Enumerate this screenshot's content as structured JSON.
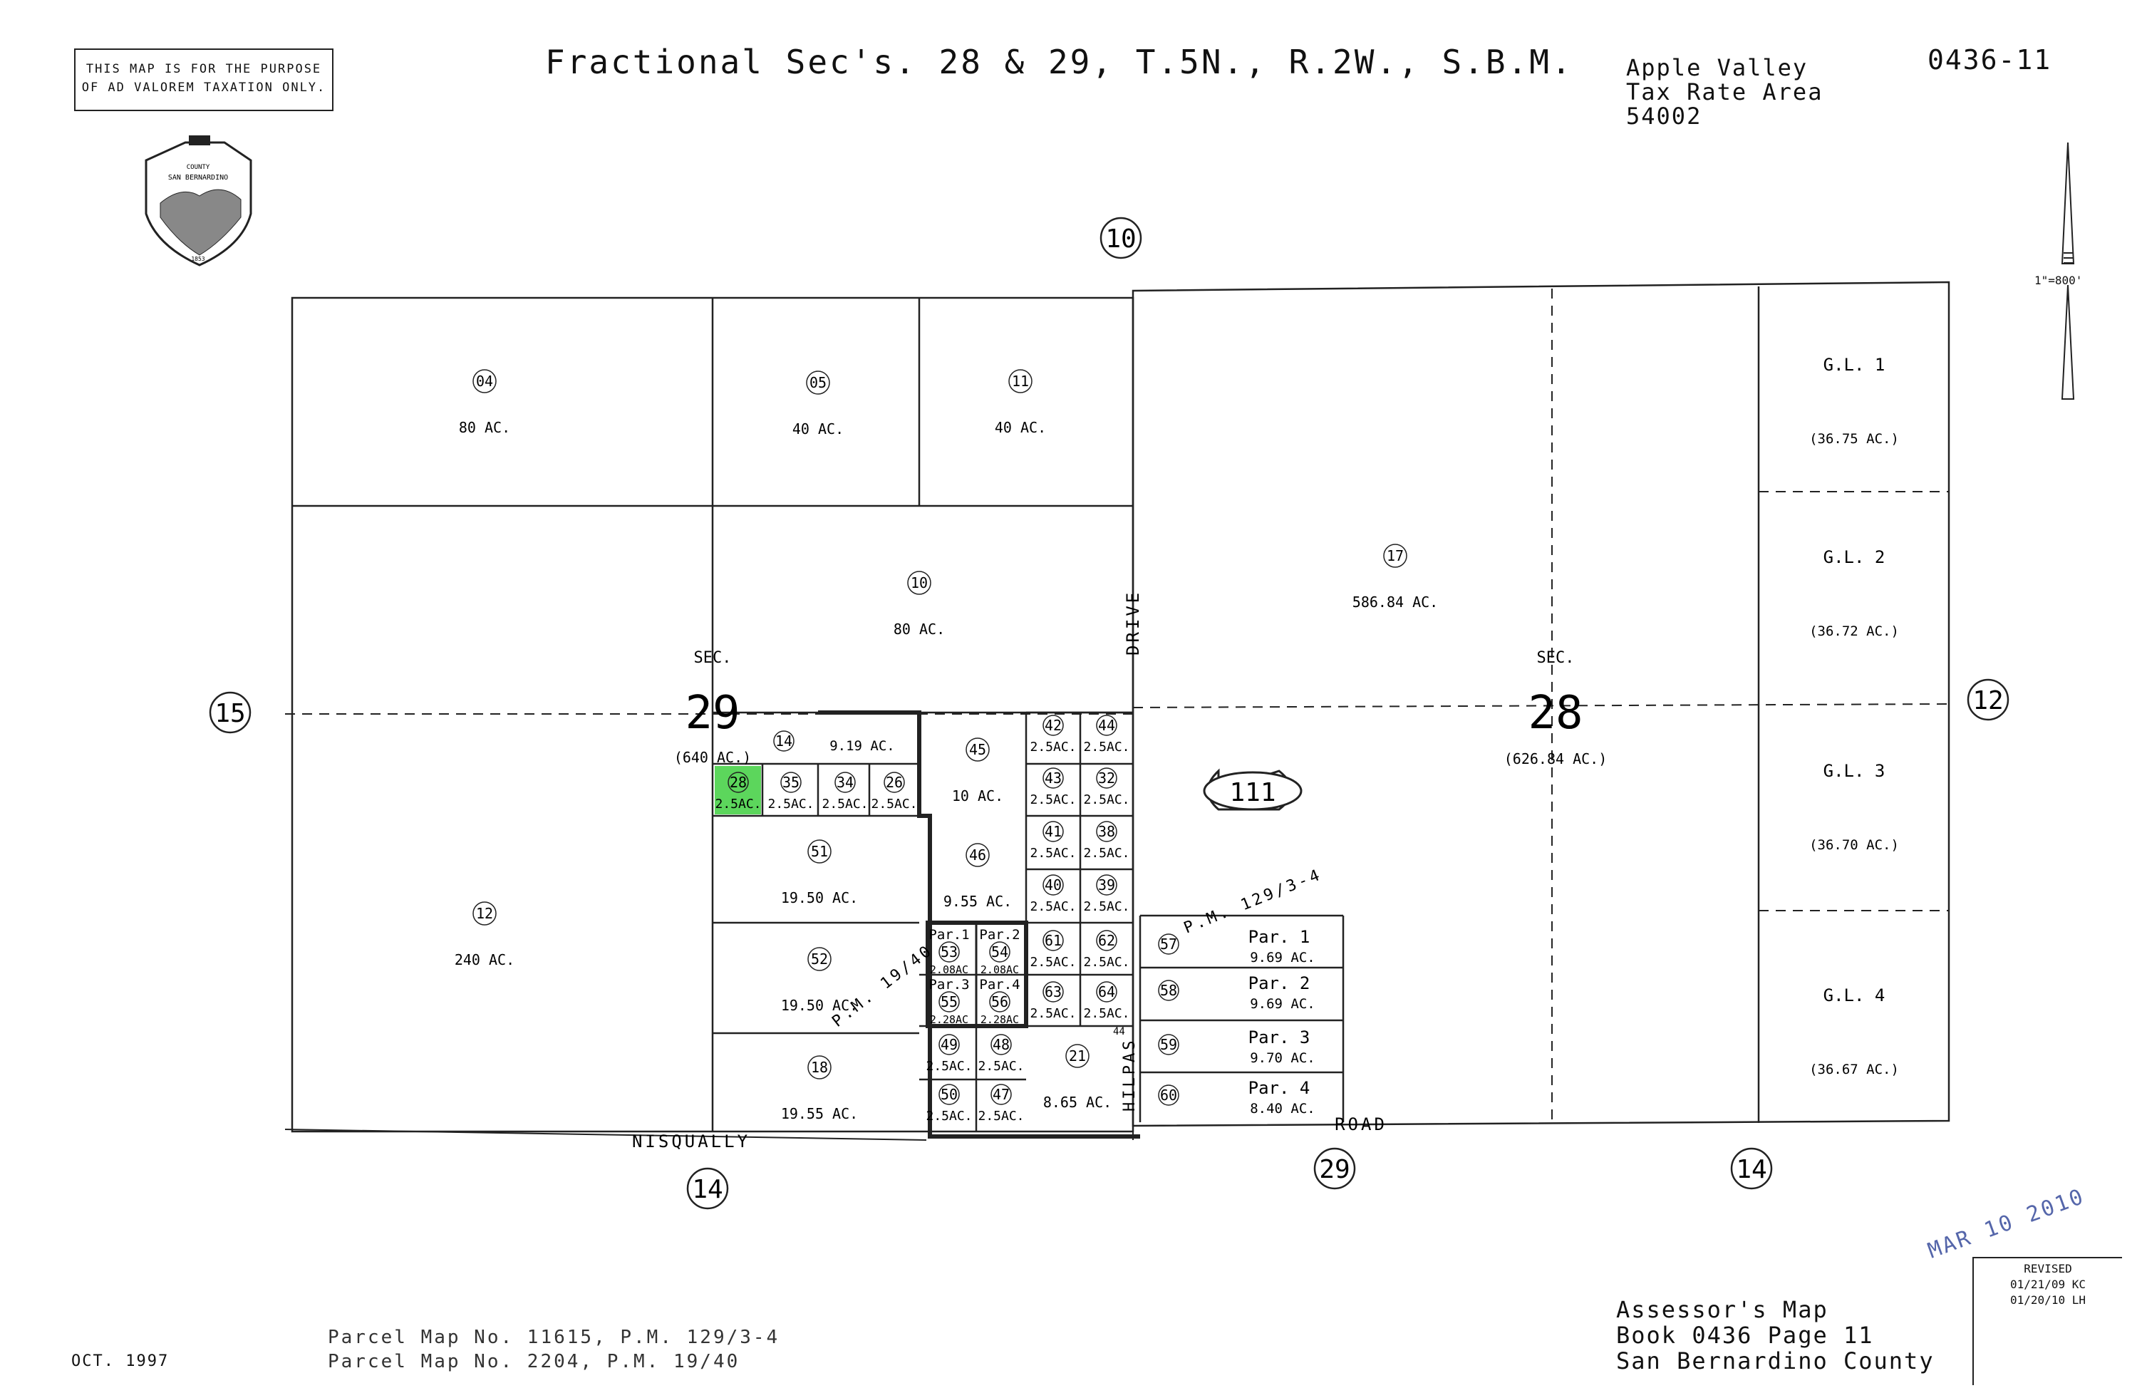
{
  "header": {
    "disclaimer_line1": "THIS MAP IS FOR THE PURPOSE",
    "disclaimer_line2": "OF AD VALOREM TAXATION ONLY.",
    "title": "Fractional Sec's. 28 & 29, T.5N., R.2W., S.B.M.",
    "tax_area_line1": "Apple Valley",
    "tax_area_line2": "Tax Rate Area",
    "tax_area_line3": "54002",
    "map_number": "0436-11"
  },
  "seal": {
    "text_top": "COUNTY",
    "text_name": "SAN BERNARDINO",
    "year": "1853"
  },
  "scale": "1\"=800'",
  "adjacent": {
    "north": "10",
    "west": "15",
    "east": "12",
    "south_left": "14",
    "south_mid": "29",
    "south_right": "14"
  },
  "sections": {
    "sec_label": "SEC.",
    "sec29": "29",
    "sec29_acres": "(640 AC.)",
    "sec28": "28",
    "sec28_acres": "(626.84 AC.)"
  },
  "roads": {
    "nisqually": "NISQUALLY",
    "road": "ROAD",
    "drive": "DRIVE",
    "hilpas": "HILPAS",
    "route": "111",
    "pm_129": "P.M. 129/3-4",
    "pm_19": "P.M. 19/40",
    "small_44": "44"
  },
  "parcels": [
    {
      "id": "04",
      "acres": "80 AC."
    },
    {
      "id": "05",
      "acres": "40 AC."
    },
    {
      "id": "11",
      "acres": "40 AC."
    },
    {
      "id": "10",
      "acres": "80 AC."
    },
    {
      "id": "12",
      "acres": "240 AC."
    },
    {
      "id": "14",
      "acres": "9.19 AC."
    },
    {
      "id": "28",
      "acres": "2.5AC."
    },
    {
      "id": "35",
      "acres": "2.5AC."
    },
    {
      "id": "34",
      "acres": "2.5AC."
    },
    {
      "id": "26",
      "acres": "2.5AC."
    },
    {
      "id": "45",
      "acres": "10 AC."
    },
    {
      "id": "42",
      "acres": "2.5AC."
    },
    {
      "id": "44",
      "acres": "2.5AC."
    },
    {
      "id": "43",
      "acres": "2.5AC."
    },
    {
      "id": "32",
      "acres": "2.5AC."
    },
    {
      "id": "41",
      "acres": "2.5AC."
    },
    {
      "id": "38",
      "acres": "2.5AC."
    },
    {
      "id": "40",
      "acres": "2.5AC."
    },
    {
      "id": "39",
      "acres": "2.5AC."
    },
    {
      "id": "51",
      "acres": "19.50 AC."
    },
    {
      "id": "46",
      "acres": "9.55 AC."
    },
    {
      "id": "52",
      "acres": "19.50 AC."
    },
    {
      "id": "18",
      "acres": "19.55 AC."
    },
    {
      "id": "53",
      "acres": "2.08AC",
      "par": "Par.1"
    },
    {
      "id": "54",
      "acres": "2.08AC",
      "par": "Par.2"
    },
    {
      "id": "55",
      "acres": "2.28AC",
      "par": "Par.3"
    },
    {
      "id": "56",
      "acres": "2.28AC",
      "par": "Par.4"
    },
    {
      "id": "61",
      "acres": "2.5AC."
    },
    {
      "id": "62",
      "acres": "2.5AC."
    },
    {
      "id": "63",
      "acres": "2.5AC."
    },
    {
      "id": "64",
      "acres": "2.5AC."
    },
    {
      "id": "49",
      "acres": "2.5AC."
    },
    {
      "id": "48",
      "acres": "2.5AC."
    },
    {
      "id": "21",
      "acres": "8.65 AC."
    },
    {
      "id": "50",
      "acres": "2.5AC."
    },
    {
      "id": "47",
      "acres": "2.5AC."
    },
    {
      "id": "57",
      "acres": "9.69 AC.",
      "par": "Par. 1"
    },
    {
      "id": "58",
      "acres": "9.69 AC.",
      "par": "Par. 2"
    },
    {
      "id": "59",
      "acres": "9.70 AC.",
      "par": "Par. 3"
    },
    {
      "id": "60",
      "acres": "8.40 AC.",
      "par": "Par. 4"
    },
    {
      "id": "17",
      "acres": "586.84 AC."
    }
  ],
  "gov_lots": [
    {
      "label": "G.L. 1",
      "acres": "(36.75 AC.)"
    },
    {
      "label": "G.L. 2",
      "acres": "(36.72 AC.)"
    },
    {
      "label": "G.L. 3",
      "acres": "(36.70 AC.)"
    },
    {
      "label": "G.L. 4",
      "acres": "(36.67 AC.)"
    }
  ],
  "highlight_color": "#5cd65c",
  "footer": {
    "parcel_map_1": "Parcel Map No. 11615, P.M. 129/3-4",
    "parcel_map_2": "Parcel Map No. 2204, P.M. 19/40",
    "date": "OCT. 1997",
    "assessor_line1": "Assessor's Map",
    "assessor_line2": "Book 0436 Page 11",
    "assessor_line3": "San Bernardino County",
    "revised_label": "REVISED",
    "revised_1": "01/21/09 KC",
    "revised_2": "01/20/10 LH",
    "stamp": "MAR 10 2010"
  }
}
